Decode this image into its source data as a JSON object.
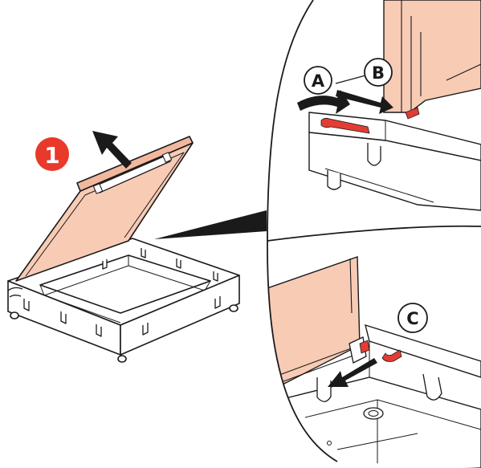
{
  "step": {
    "number": "1",
    "badge_color": "#e8392a"
  },
  "callouts": [
    {
      "id": "a",
      "label": "A"
    },
    {
      "id": "b",
      "label": "B"
    },
    {
      "id": "c",
      "label": "C"
    }
  ],
  "colors": {
    "lid_fill": "#f8cbb5",
    "lid_fill_dark": "#f2b89e",
    "latch_red": "#e23d33",
    "outline": "#1a1a1a",
    "frame_fill": "#ffffff"
  }
}
